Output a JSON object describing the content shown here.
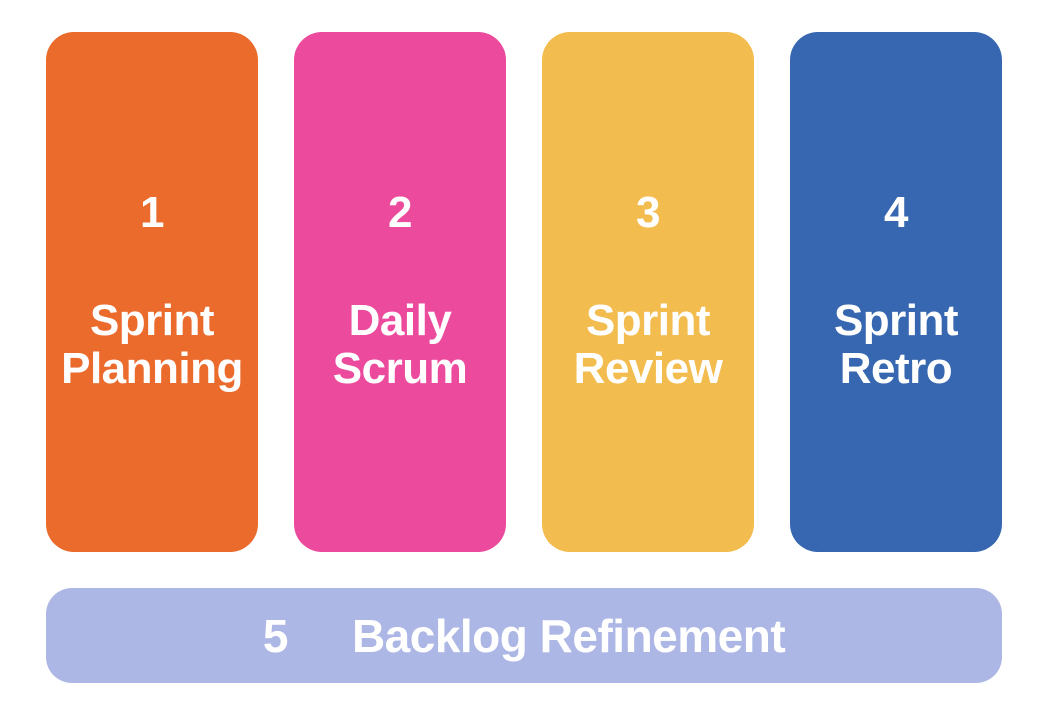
{
  "diagram": {
    "background_color": "#FFFFFF",
    "text_color": "#FFFFFF",
    "cards": [
      {
        "number": "1",
        "label_line1": "Sprint",
        "label_line2": "Planning",
        "color": "#EB6B2D"
      },
      {
        "number": "2",
        "label_line1": "Daily",
        "label_line2": "Scrum",
        "color": "#EC4B9D"
      },
      {
        "number": "3",
        "label_line1": "Sprint",
        "label_line2": "Review",
        "color": "#F2BC4F"
      },
      {
        "number": "4",
        "label_line1": "Sprint",
        "label_line2": "Retro",
        "color": "#3767B1"
      }
    ],
    "bottom_bar": {
      "number": "5",
      "label": "Backlog Refinement",
      "color": "#ADB7E6"
    }
  }
}
